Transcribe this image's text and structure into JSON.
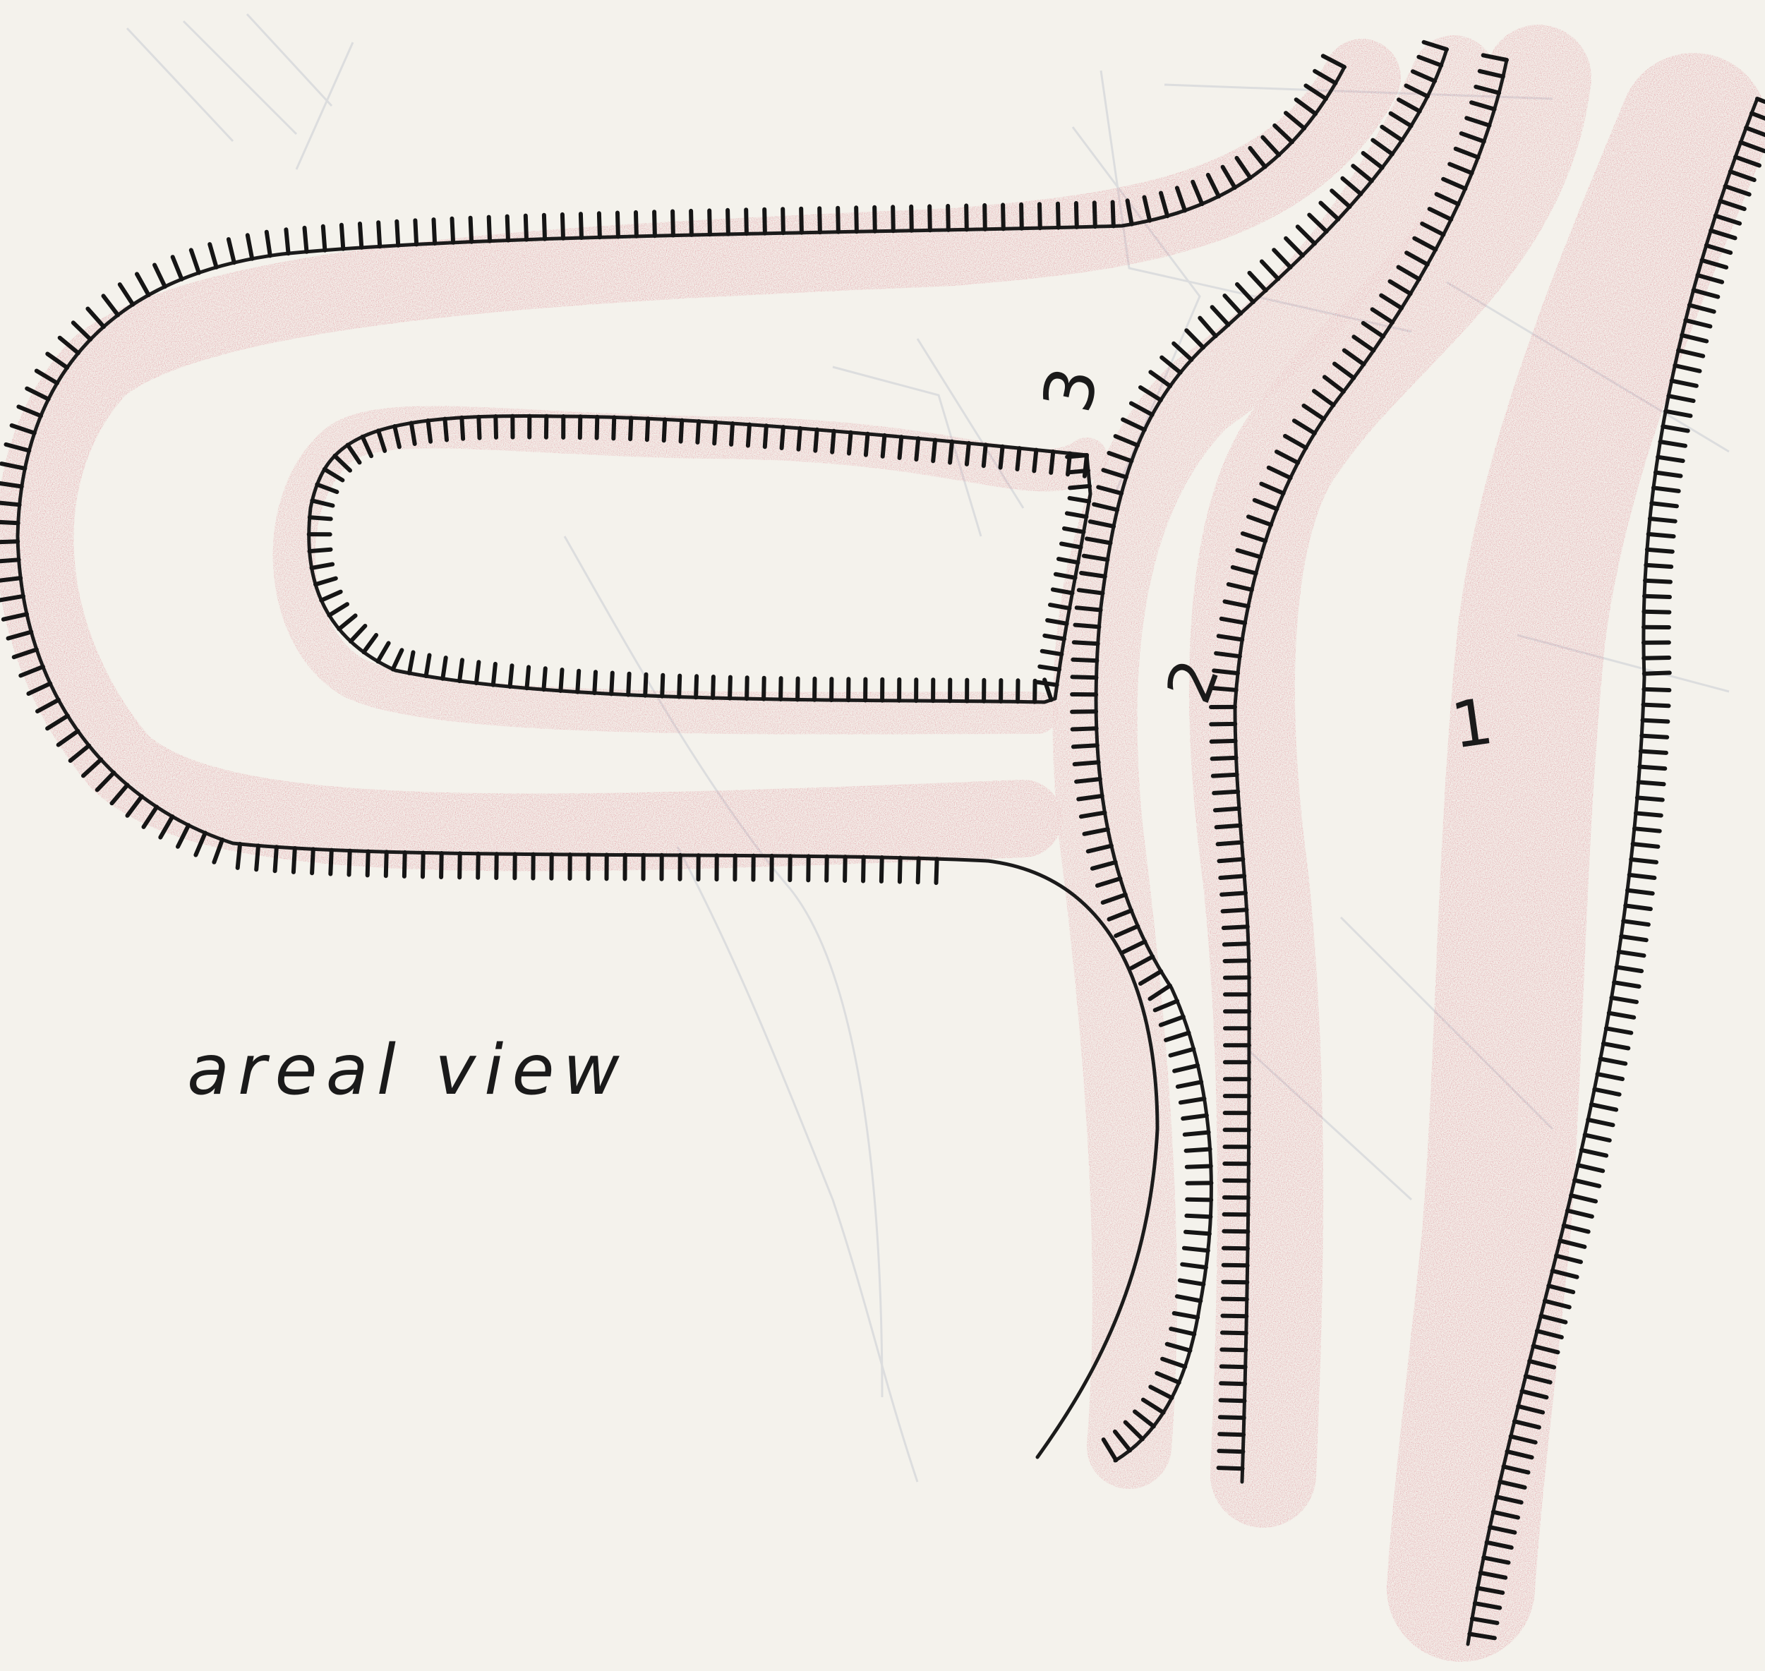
{
  "caption": "areal view",
  "labels": {
    "one": "1",
    "two": "2",
    "three": "3"
  },
  "colors": {
    "paper": "#f4f2ec",
    "ink": "#1b1b1b",
    "pencil": "#d9707f",
    "graphite": "#c9ccd3"
  }
}
